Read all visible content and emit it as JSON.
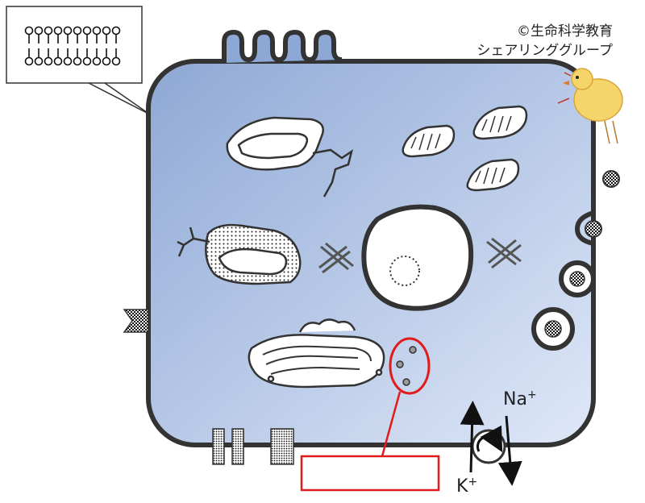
{
  "copyright": {
    "line1": "©生命科学教育",
    "line2": "シェアリンググループ"
  },
  "ions": {
    "na": "Na",
    "k": "K",
    "charge": "+"
  },
  "answer_box": "",
  "colors": {
    "cell_fill_light": "#cfdcf3",
    "cell_fill_dark": "#8ea8d5",
    "membrane": "#333333",
    "highlight": "#e01b1b"
  },
  "icons": {
    "chick": "chick-icon",
    "pump": "rotating-pump-icon"
  }
}
